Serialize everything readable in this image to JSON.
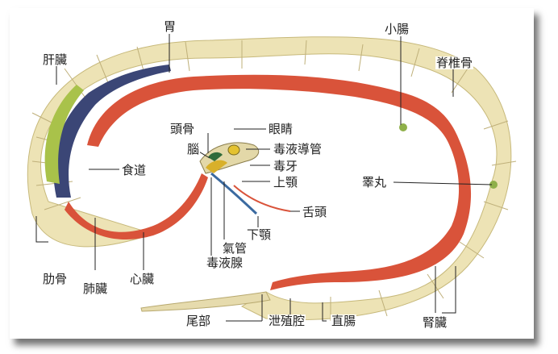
{
  "labels": {
    "stomach": "胃",
    "small_intestine": "小腸",
    "liver": "肝臟",
    "vertebra": "脊椎骨",
    "skull": "頭骨",
    "eye": "眼睛",
    "brain": "腦",
    "venom_duct": "毒液導管",
    "fang": "毒牙",
    "esophagus": "食道",
    "upper_jaw": "上顎",
    "testis": "睪丸",
    "tongue": "舌頭",
    "lower_jaw": "下顎",
    "trachea": "氣管",
    "venom_gland": "毒液腺",
    "rib": "肋骨",
    "lung": "肺臟",
    "heart": "心臟",
    "tail": "尾部",
    "cloaca": "泄殖腔",
    "rectum": "直腸",
    "kidney": "腎臟"
  },
  "colors": {
    "bone": "#e3d8a8",
    "intestine": "#d9533a",
    "lung": "#3b4676",
    "liver": "#a9c24a",
    "venom_gland": "#d8b02a"
  }
}
